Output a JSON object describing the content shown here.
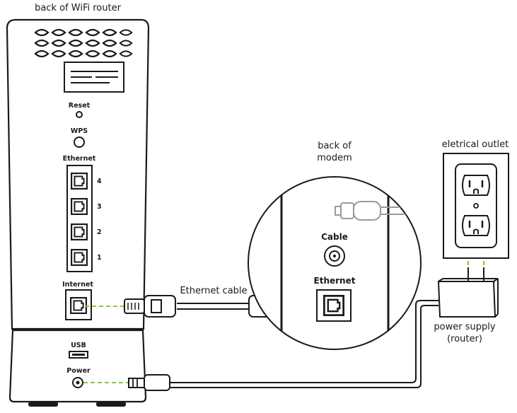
{
  "labels": {
    "router_title": "back of WiFi router",
    "reset": "Reset",
    "wps": "WPS",
    "ethernet_router": "Ethernet",
    "port_4": "4",
    "port_3": "3",
    "port_2": "2",
    "port_1": "1",
    "internet": "Internet",
    "usb": "USB",
    "power": "Power",
    "ethernet_cable": "Ethernet cable",
    "modem_line1": "back of",
    "modem_line2": "modem",
    "cable": "Cable",
    "ethernet_modem": "Ethernet",
    "outlet_title": "eletrical outlet",
    "supply_line1": "power supply",
    "supply_line2": "(router)"
  },
  "colors": {
    "stroke": "#1a1a1a",
    "accent_green": "#8cc63f",
    "background": "#ffffff"
  }
}
